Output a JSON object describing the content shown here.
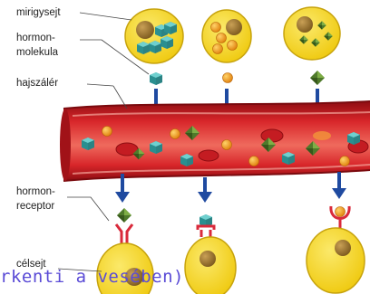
{
  "labels": {
    "gland_cell": "mirigysejt",
    "hormone_molecule_line1": "hormon-",
    "hormone_molecule_line2": "molekula",
    "capillary": "hajszálér",
    "hormone_receptor_line1": "hormon-",
    "hormone_receptor_line2": "receptor",
    "target_cell": "célsejt"
  },
  "handwritten_note": "rkenti a vesében)",
  "colors": {
    "cell_fill": "#f4d51c",
    "cell_outline": "#c7a30d",
    "nucleus": "#a67c2c",
    "vessel_dark": "#b4141a",
    "vessel_mid": "#d8262a",
    "vessel_light": "#ef6a5d",
    "arrow_blue": "#1f4aa0",
    "cube_teal": "#35a6a6",
    "diamond_green": "#4f7a2b",
    "sphere_orange": "#f09a18",
    "receptor_red": "#d92a3b",
    "handwriting": "#5a4bd6"
  },
  "icons": [
    "cube-hormone-icon",
    "sphere-hormone-icon",
    "diamond-hormone-icon",
    "arrow-down-icon",
    "receptor-icon"
  ]
}
